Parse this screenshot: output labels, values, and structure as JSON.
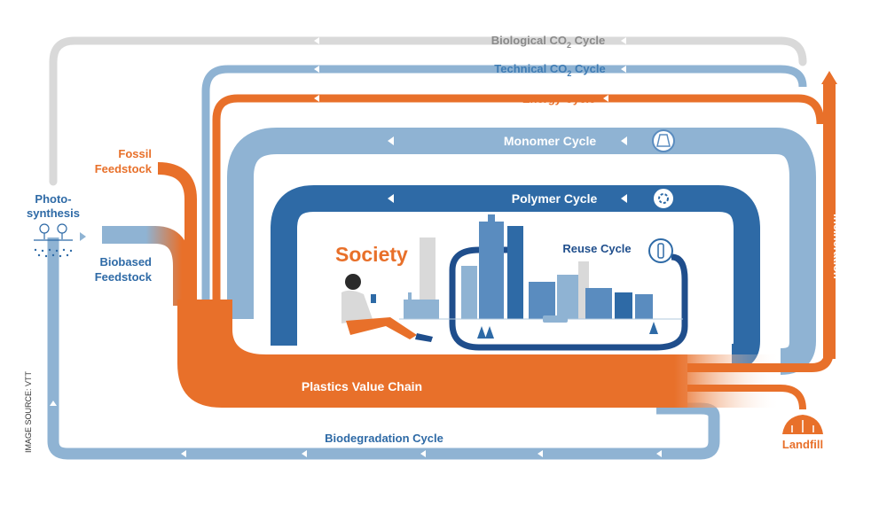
{
  "colors": {
    "orange": "#e8702a",
    "light_blue": "#8fb3d3",
    "mid_blue": "#5a8cbf",
    "dark_blue": "#2e6aa6",
    "navy": "#1f4e8c",
    "grey": "#d9d9d9",
    "grey_text": "#8a8a8a"
  },
  "cycles": {
    "biological": {
      "label": "Biological CO",
      "sub": "2",
      "suffix": " Cycle"
    },
    "technical": {
      "label": "Technical CO",
      "sub": "2",
      "suffix": " Cycle"
    },
    "energy": "Energy Cycle",
    "monomer": "Monomer Cycle",
    "polymer": "Polymer Cycle",
    "reuse": "Reuse Cycle",
    "biodegradation": "Biodegradation Cycle"
  },
  "labels": {
    "fossil_line1": "Fossil",
    "fossil_line2": "Feedstock",
    "photo_line1": "Photo-",
    "photo_line2": "synthesis",
    "biobased_line1": "Biobased",
    "biobased_line2": "Feedstock",
    "society": "Society",
    "value_chain": "Plastics Value Chain",
    "incineration": "Incineration",
    "landfill": "Landfill",
    "source": "IMAGE SOURCE: VTT"
  },
  "icons": [
    "flask-icon",
    "recycle-gear-icon",
    "bottle-recycle-icon",
    "trees-icon",
    "landfill-icon",
    "reader-person-icon",
    "city-icon"
  ]
}
